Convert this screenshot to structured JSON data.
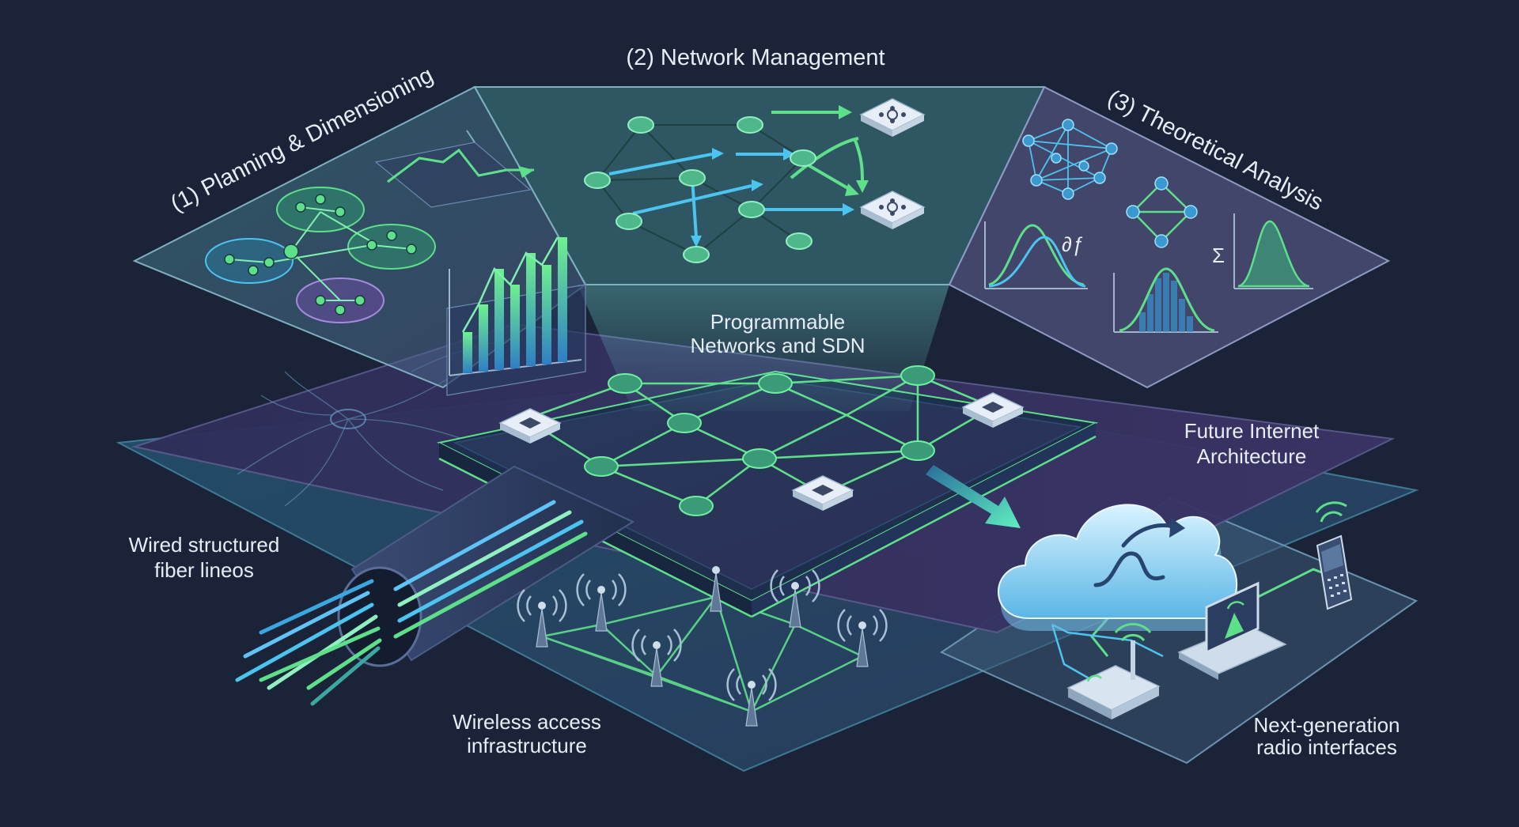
{
  "labels": {
    "planning": "(1) Planning & Dimensioning",
    "management": "(2) Network Management",
    "theory": "(3) Theoretical Analysis",
    "sdn_line1": "Programmable",
    "sdn_line2": "Networks and SDN",
    "future_line1": "Future Internet",
    "future_line2": "Architecture",
    "wired_line1": "Wired structured",
    "wired_line2": "fiber lineos",
    "wireless_line1": "Wireless access",
    "wireless_line2": "infrastructure",
    "radio_line1": "Next-generation",
    "radio_line2": "radio interfaces",
    "sigma_symbol": "Σ",
    "partial_symbol": "∂ƒ"
  },
  "colors": {
    "background": "#1b2338",
    "accent_green": "#5ee08a",
    "accent_cyan": "#4cc4f0",
    "accent_teal": "#3aa8a0",
    "label_text": "#e6edf5"
  },
  "icons": [
    "router-chip-icon",
    "cloud-icon",
    "antenna-tower-icon",
    "wifi-router-icon",
    "laptop-icon",
    "mobile-phone-icon",
    "fiber-cable-icon",
    "bell-curve-icon",
    "bar-chart-icon"
  ]
}
